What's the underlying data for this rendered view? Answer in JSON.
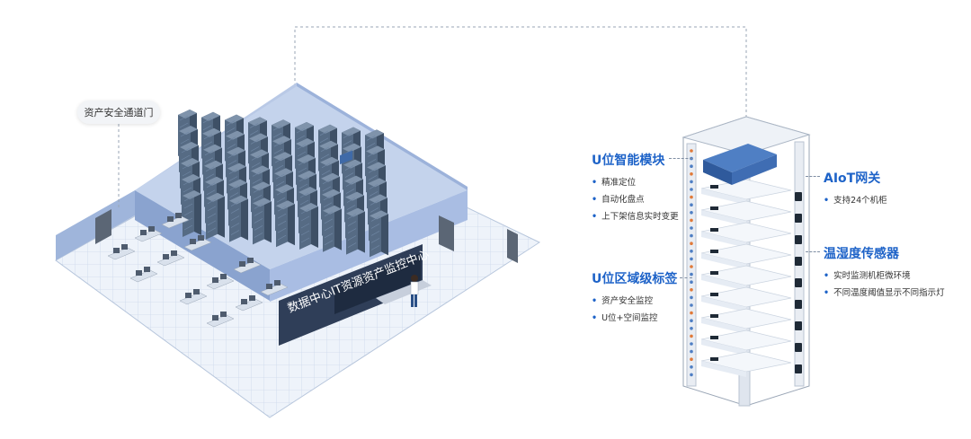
{
  "colors": {
    "accent": "#1e63c8",
    "wall": "#a8bde0",
    "floor": "#e4ecf7",
    "rack": "#5d7085"
  },
  "door_label": "资产安全通道门",
  "sign": "数据中心IT资源资产监控中心",
  "features": [
    {
      "title": "U位智能模块",
      "items": [
        "精准定位",
        "自动化盘点",
        "上下架信息实时变更"
      ]
    },
    {
      "title": "U位区域级标签",
      "items": [
        "资产安全监控",
        "U位+空间监控"
      ]
    },
    {
      "title": "AIoT网关",
      "items": [
        "支持24个机柜"
      ]
    },
    {
      "title": "温湿度传感器",
      "items": [
        "实时监测机柜微环境",
        "不同温度阈值显示不同指示灯"
      ]
    }
  ],
  "icons": [
    "dash-connector-icon",
    "server-rack-icon",
    "door-icon",
    "operator-icon"
  ]
}
